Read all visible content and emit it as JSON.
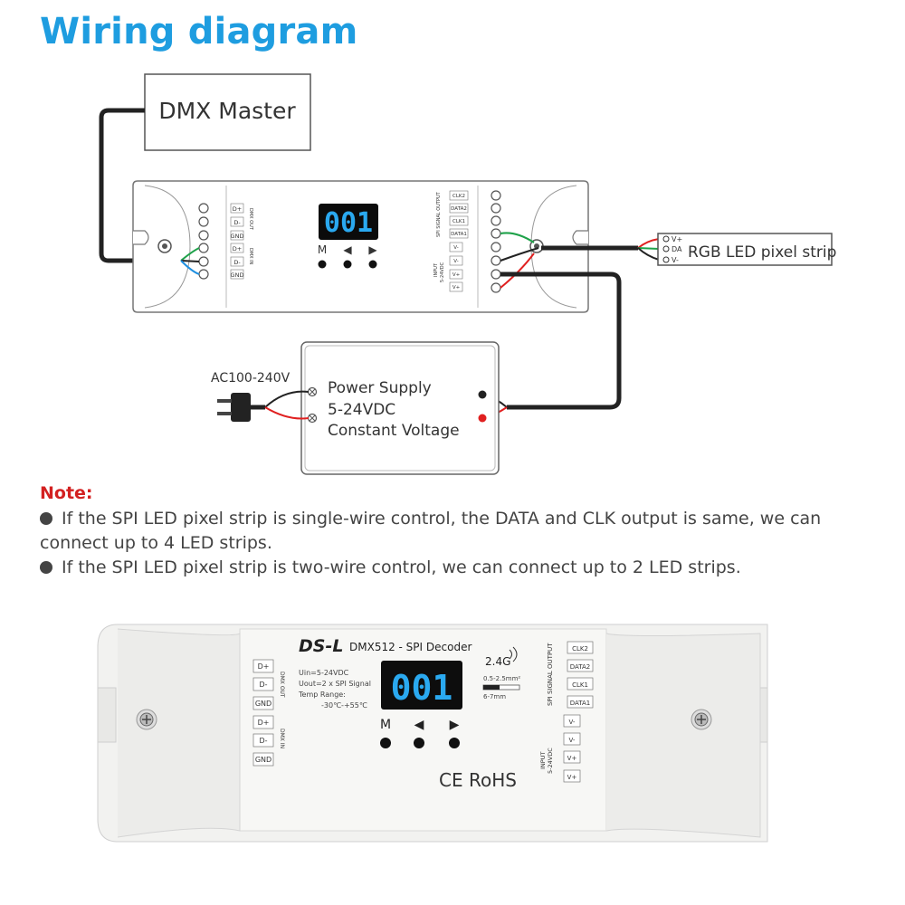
{
  "title": "Wiring diagram",
  "diagram": {
    "dmx_master": "DMX Master",
    "strip_label": "RGB LED pixel strip",
    "strip_pins": [
      "V+",
      "DA",
      "V-"
    ],
    "power_supply": [
      "Power Supply",
      "5-24VDC",
      "Constant Voltage"
    ],
    "ac_label": "AC100-240V",
    "display": "001",
    "buttons": [
      "M",
      "◀",
      "▶"
    ],
    "left_terminals": [
      "D+",
      "D-",
      "GND",
      "D+",
      "D-",
      "GND"
    ],
    "left_group_labels": [
      "DMX OUT",
      "DMX IN"
    ],
    "right_output_terminals": [
      "CLK2",
      "DATA2",
      "CLK1",
      "DATA1"
    ],
    "right_output_label": "SPI SIGNAL OUTPUT",
    "right_input_terminals": [
      "V-",
      "V-",
      "V+",
      "V+"
    ],
    "right_input_label": [
      "INPUT",
      "5-24VDC"
    ]
  },
  "note": {
    "title": "Note:",
    "line1a": "If the SPI LED pixel strip is single-wire control, the DATA and CLK output is same, we can",
    "line1b": "connect up to 4 LED strips.",
    "line2": "If the SPI LED pixel strip is two-wire control, we can connect up to 2 LED strips."
  },
  "product": {
    "model": "DS-L",
    "name": "DMX512 - SPI Decoder",
    "specs": [
      "Uin=5-24VDC",
      "Uout=2 x SPI Signal",
      "Temp Range:",
      "-30℃-+55℃"
    ],
    "wireless": "2.4G",
    "wire_spec": [
      "0.5-2.5mm²",
      "6-7mm"
    ],
    "cert": "CE RoHS",
    "display": "001",
    "buttons": [
      "M",
      "◀",
      "▶"
    ],
    "left_terminals": [
      "D+",
      "D-",
      "GND",
      "D+",
      "D-",
      "GND"
    ],
    "left_group_labels": [
      "DMX OUT",
      "DMX IN"
    ],
    "right_output_terminals": [
      "CLK2",
      "DATA2",
      "CLK1",
      "DATA1"
    ],
    "right_output_label": "SPI SIGNAL OUTPUT",
    "right_input_terminals": [
      "V-",
      "V-",
      "V+",
      "V+"
    ],
    "right_input_label": [
      "INPUT",
      "5-24VDC"
    ]
  },
  "colors": {
    "title": "#1e9de0",
    "note_title": "#d32020",
    "display_digits": "#2aa9f0",
    "wire_black": "#222222",
    "wire_red": "#e02020",
    "wire_green": "#1fa24a",
    "wire_blue": "#1e8fe0"
  }
}
